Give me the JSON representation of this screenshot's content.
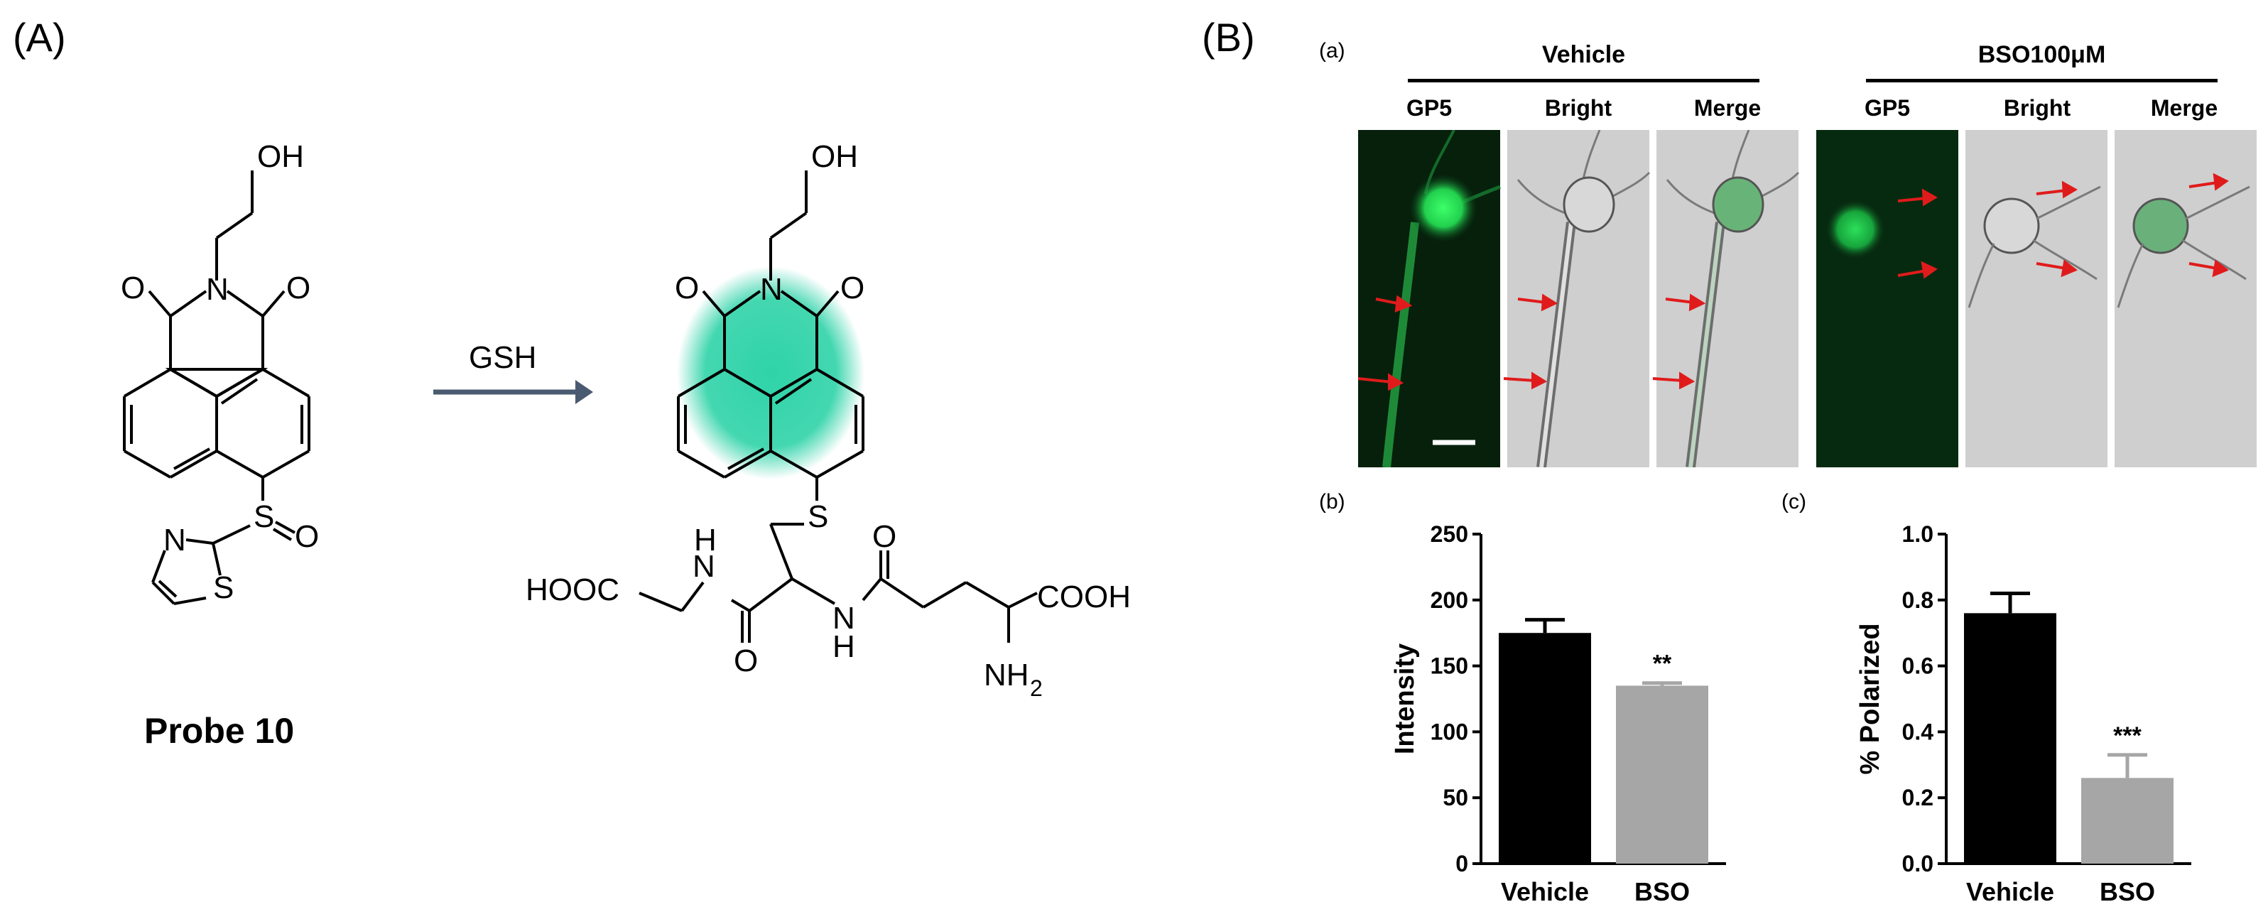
{
  "panelA": {
    "label": "(A)",
    "arrow_reagent": "GSH",
    "probe_caption": "Probe 10",
    "atoms": {
      "oh": "OH",
      "n": "N",
      "o": "O",
      "s": "S",
      "hooc": "HOOC",
      "cooh": "COOH",
      "h": "H",
      "nh": "NH",
      "sub2": "2"
    },
    "colors": {
      "glow": "#2fd3a8",
      "arrow": "#4a5a70"
    }
  },
  "panelB": {
    "label": "(B)",
    "sub_a": "(a)",
    "sub_b": "(b)",
    "sub_c": "(c)",
    "group1": "Vehicle",
    "group2": "BSO100μM",
    "columns": [
      "GP5",
      "Bright",
      "Merge"
    ],
    "colors": {
      "green": "#1a9a3c",
      "arrow_red": "#e01b1b",
      "bar_black": "#000000",
      "bar_gray": "#a6a6a6"
    }
  },
  "chart_data": [
    {
      "type": "bar",
      "ylabel": "Intensity",
      "categories": [
        "Vehicle",
        "BSO"
      ],
      "values": [
        175,
        135
      ],
      "errors": [
        10,
        2
      ],
      "annotations": [
        "",
        "**"
      ],
      "ylim": [
        0,
        250
      ],
      "yticks": [
        "0",
        "50",
        "100",
        "150",
        "200",
        "250"
      ],
      "colors": [
        "#000000",
        "#a6a6a6"
      ]
    },
    {
      "type": "bar",
      "ylabel": "% Polarized",
      "categories": [
        "Vehicle",
        "BSO"
      ],
      "values": [
        0.76,
        0.26
      ],
      "errors": [
        0.06,
        0.07
      ],
      "annotations": [
        "",
        "***"
      ],
      "ylim": [
        0,
        1.0
      ],
      "yticks": [
        "0.0",
        "0.2",
        "0.4",
        "0.6",
        "0.8",
        "1.0"
      ],
      "colors": [
        "#000000",
        "#a6a6a6"
      ]
    }
  ]
}
